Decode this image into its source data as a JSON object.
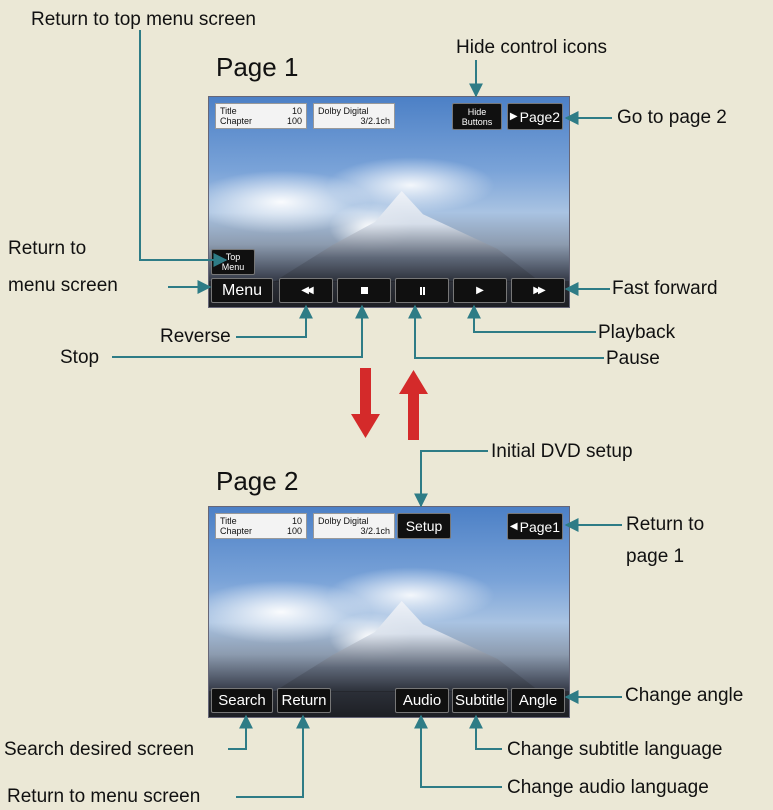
{
  "page1": {
    "title": "Page 1",
    "info": {
      "title_label": "Title",
      "title_value": "10",
      "chapter_label": "Chapter",
      "chapter_value": "100",
      "audio_line1": "Dolby Digital",
      "audio_line2": "3/2.1ch"
    },
    "buttons": {
      "hide_line1": "Hide",
      "hide_line2": "Buttons",
      "page2": "Page2",
      "top_line1": "Top",
      "top_line2": "Menu",
      "menu": "Menu"
    },
    "icons": [
      "fast-reverse-icon",
      "stop-icon",
      "pause-icon",
      "play-icon",
      "fast-forward-icon"
    ]
  },
  "page2": {
    "title": "Page 2",
    "info": {
      "title_label": "Title",
      "title_value": "10",
      "chapter_label": "Chapter",
      "chapter_value": "100",
      "audio_line1": "Dolby Digital",
      "audio_line2": "3/2.1ch"
    },
    "buttons": {
      "setup": "Setup",
      "page1": "Page1",
      "search": "Search",
      "return": "Return",
      "audio": "Audio",
      "subtitle": "Subtitle",
      "angle": "Angle"
    }
  },
  "callouts": {
    "return_top_menu": "Return to top menu screen",
    "hide_icons": "Hide control icons",
    "go_page2": "Go to page 2",
    "return_menu_1": "Return to",
    "return_menu_2": "menu screen",
    "fast_forward": "Fast forward",
    "reverse": "Reverse",
    "playback": "Playback",
    "stop": "Stop",
    "pause": "Pause",
    "initial_setup": "Initial DVD setup",
    "return_page1_1": "Return to",
    "return_page1_2": "page 1",
    "change_angle": "Change angle",
    "search_screen": "Search desired screen",
    "change_subtitle": "Change subtitle language",
    "return_menu_screen": "Return to menu screen",
    "change_audio": "Change audio language"
  },
  "colors": {
    "leader_line": "#2e7c86",
    "transition_arrow": "#d42a2a",
    "background": "#ebe8d6"
  }
}
